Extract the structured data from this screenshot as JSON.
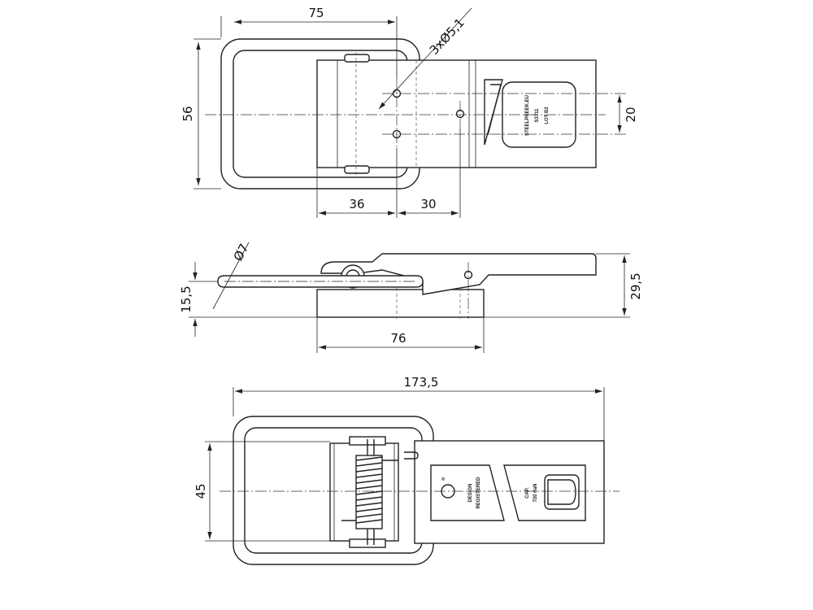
{
  "views": {
    "top": {
      "dimensions": {
        "width_ring": "75",
        "holes": "3xØ5,1",
        "height_ring": "56",
        "hole_spacing": "20",
        "offset_a": "36",
        "offset_b": "30"
      },
      "stamp": {
        "line1": "STEELPREEK.EU",
        "line2": "LOT B2",
        "line3": "S3711"
      }
    },
    "side": {
      "dimensions": {
        "wire_dia": "Ø7",
        "wire_height": "15,5",
        "total_height": "29,5",
        "base_length": "76"
      }
    },
    "bottom": {
      "dimensions": {
        "overall_length": "173,5",
        "ring_height": "45"
      },
      "labels": {
        "design": "DESIGN",
        "registered": "REGISTERED",
        "cap_title": "CAP.",
        "cap_value": "720 daN",
        "registered_mark": "®"
      }
    }
  }
}
